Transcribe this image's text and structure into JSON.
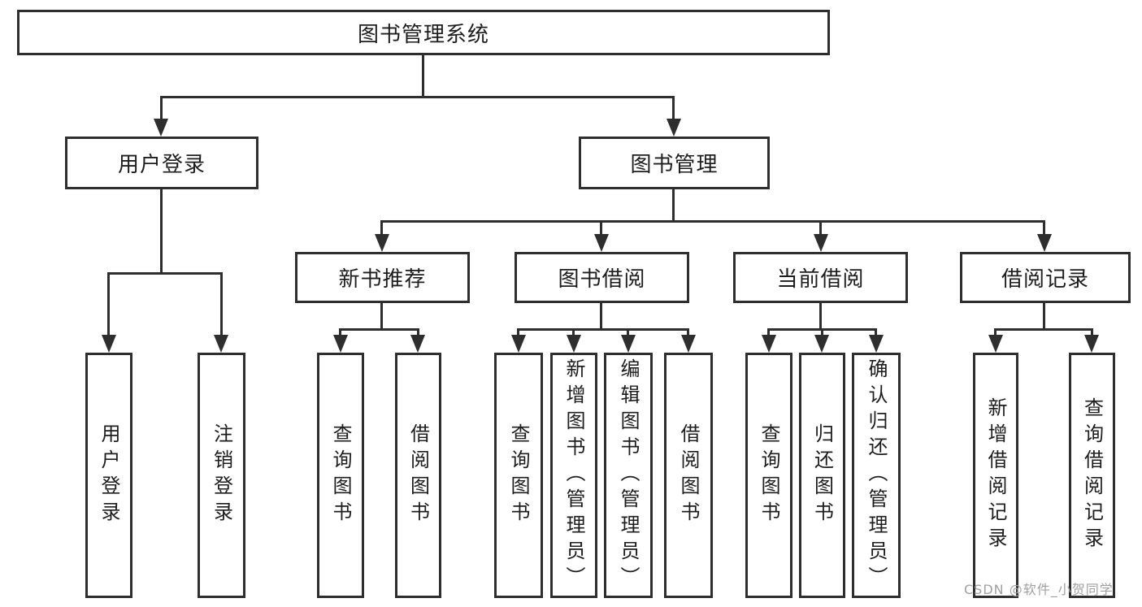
{
  "diagram": {
    "title": "图书管理系统",
    "branches": [
      {
        "label": "用户登录",
        "children": [
          {
            "label": "用户登录"
          },
          {
            "label": "注销登录"
          }
        ]
      },
      {
        "label": "图书管理",
        "children": [
          {
            "label": "新书推荐",
            "children": [
              {
                "label": "查询图书"
              },
              {
                "label": "借阅图书"
              }
            ]
          },
          {
            "label": "图书借阅",
            "children": [
              {
                "label": "查询图书"
              },
              {
                "label": "新增图书（管理员）"
              },
              {
                "label": "编辑图书（管理员）"
              },
              {
                "label": "借阅图书"
              }
            ]
          },
          {
            "label": "当前借阅",
            "children": [
              {
                "label": "查询图书"
              },
              {
                "label": "归还图书"
              },
              {
                "label": "确认归还（管理员）"
              }
            ]
          },
          {
            "label": "借阅记录",
            "children": [
              {
                "label": "新增借阅记录"
              },
              {
                "label": "查询借阅记录"
              }
            ]
          }
        ]
      }
    ]
  },
  "watermark": "CSDN @软件_小贺同学",
  "colors": {
    "line": "#2e2e2e",
    "text": "#1d1d1d",
    "watermark": "#a0a0a0",
    "background": "#ffffff"
  }
}
